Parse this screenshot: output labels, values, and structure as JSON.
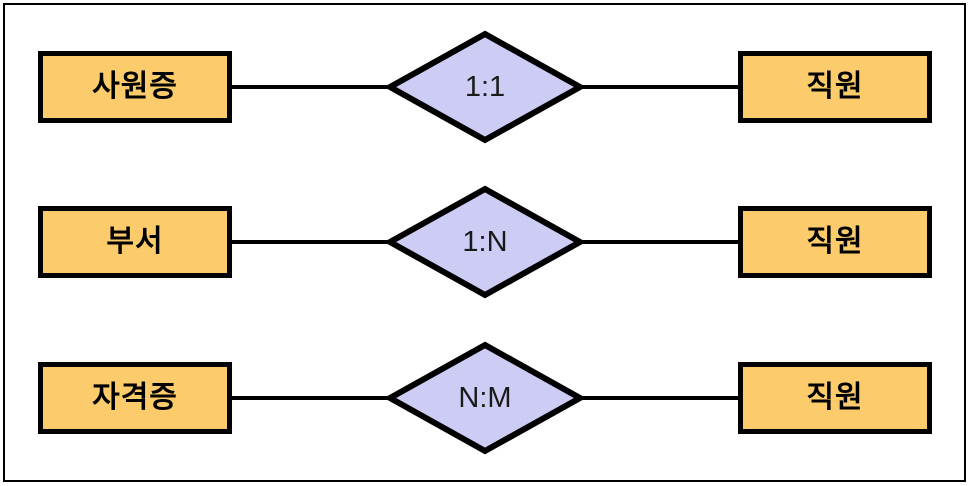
{
  "diagram": {
    "type": "er-relationship-cardinality",
    "frame": {
      "border_color": "#000000"
    },
    "style": {
      "entity_fill": "#FCCB6B",
      "entity_stroke": "#000000",
      "relationship_fill": "#CCCCF5",
      "relationship_stroke": "#000000",
      "line_color": "#000000",
      "background": "#FFFFFF"
    },
    "rows": [
      {
        "id": "row-1-1",
        "left_entity": "사원증",
        "relationship": "1:1",
        "right_entity": "직원"
      },
      {
        "id": "row-1-n",
        "left_entity": "부서",
        "relationship": "1:N",
        "right_entity": "직원"
      },
      {
        "id": "row-n-m",
        "left_entity": "자격증",
        "relationship": "N:M",
        "right_entity": "직원"
      }
    ]
  }
}
